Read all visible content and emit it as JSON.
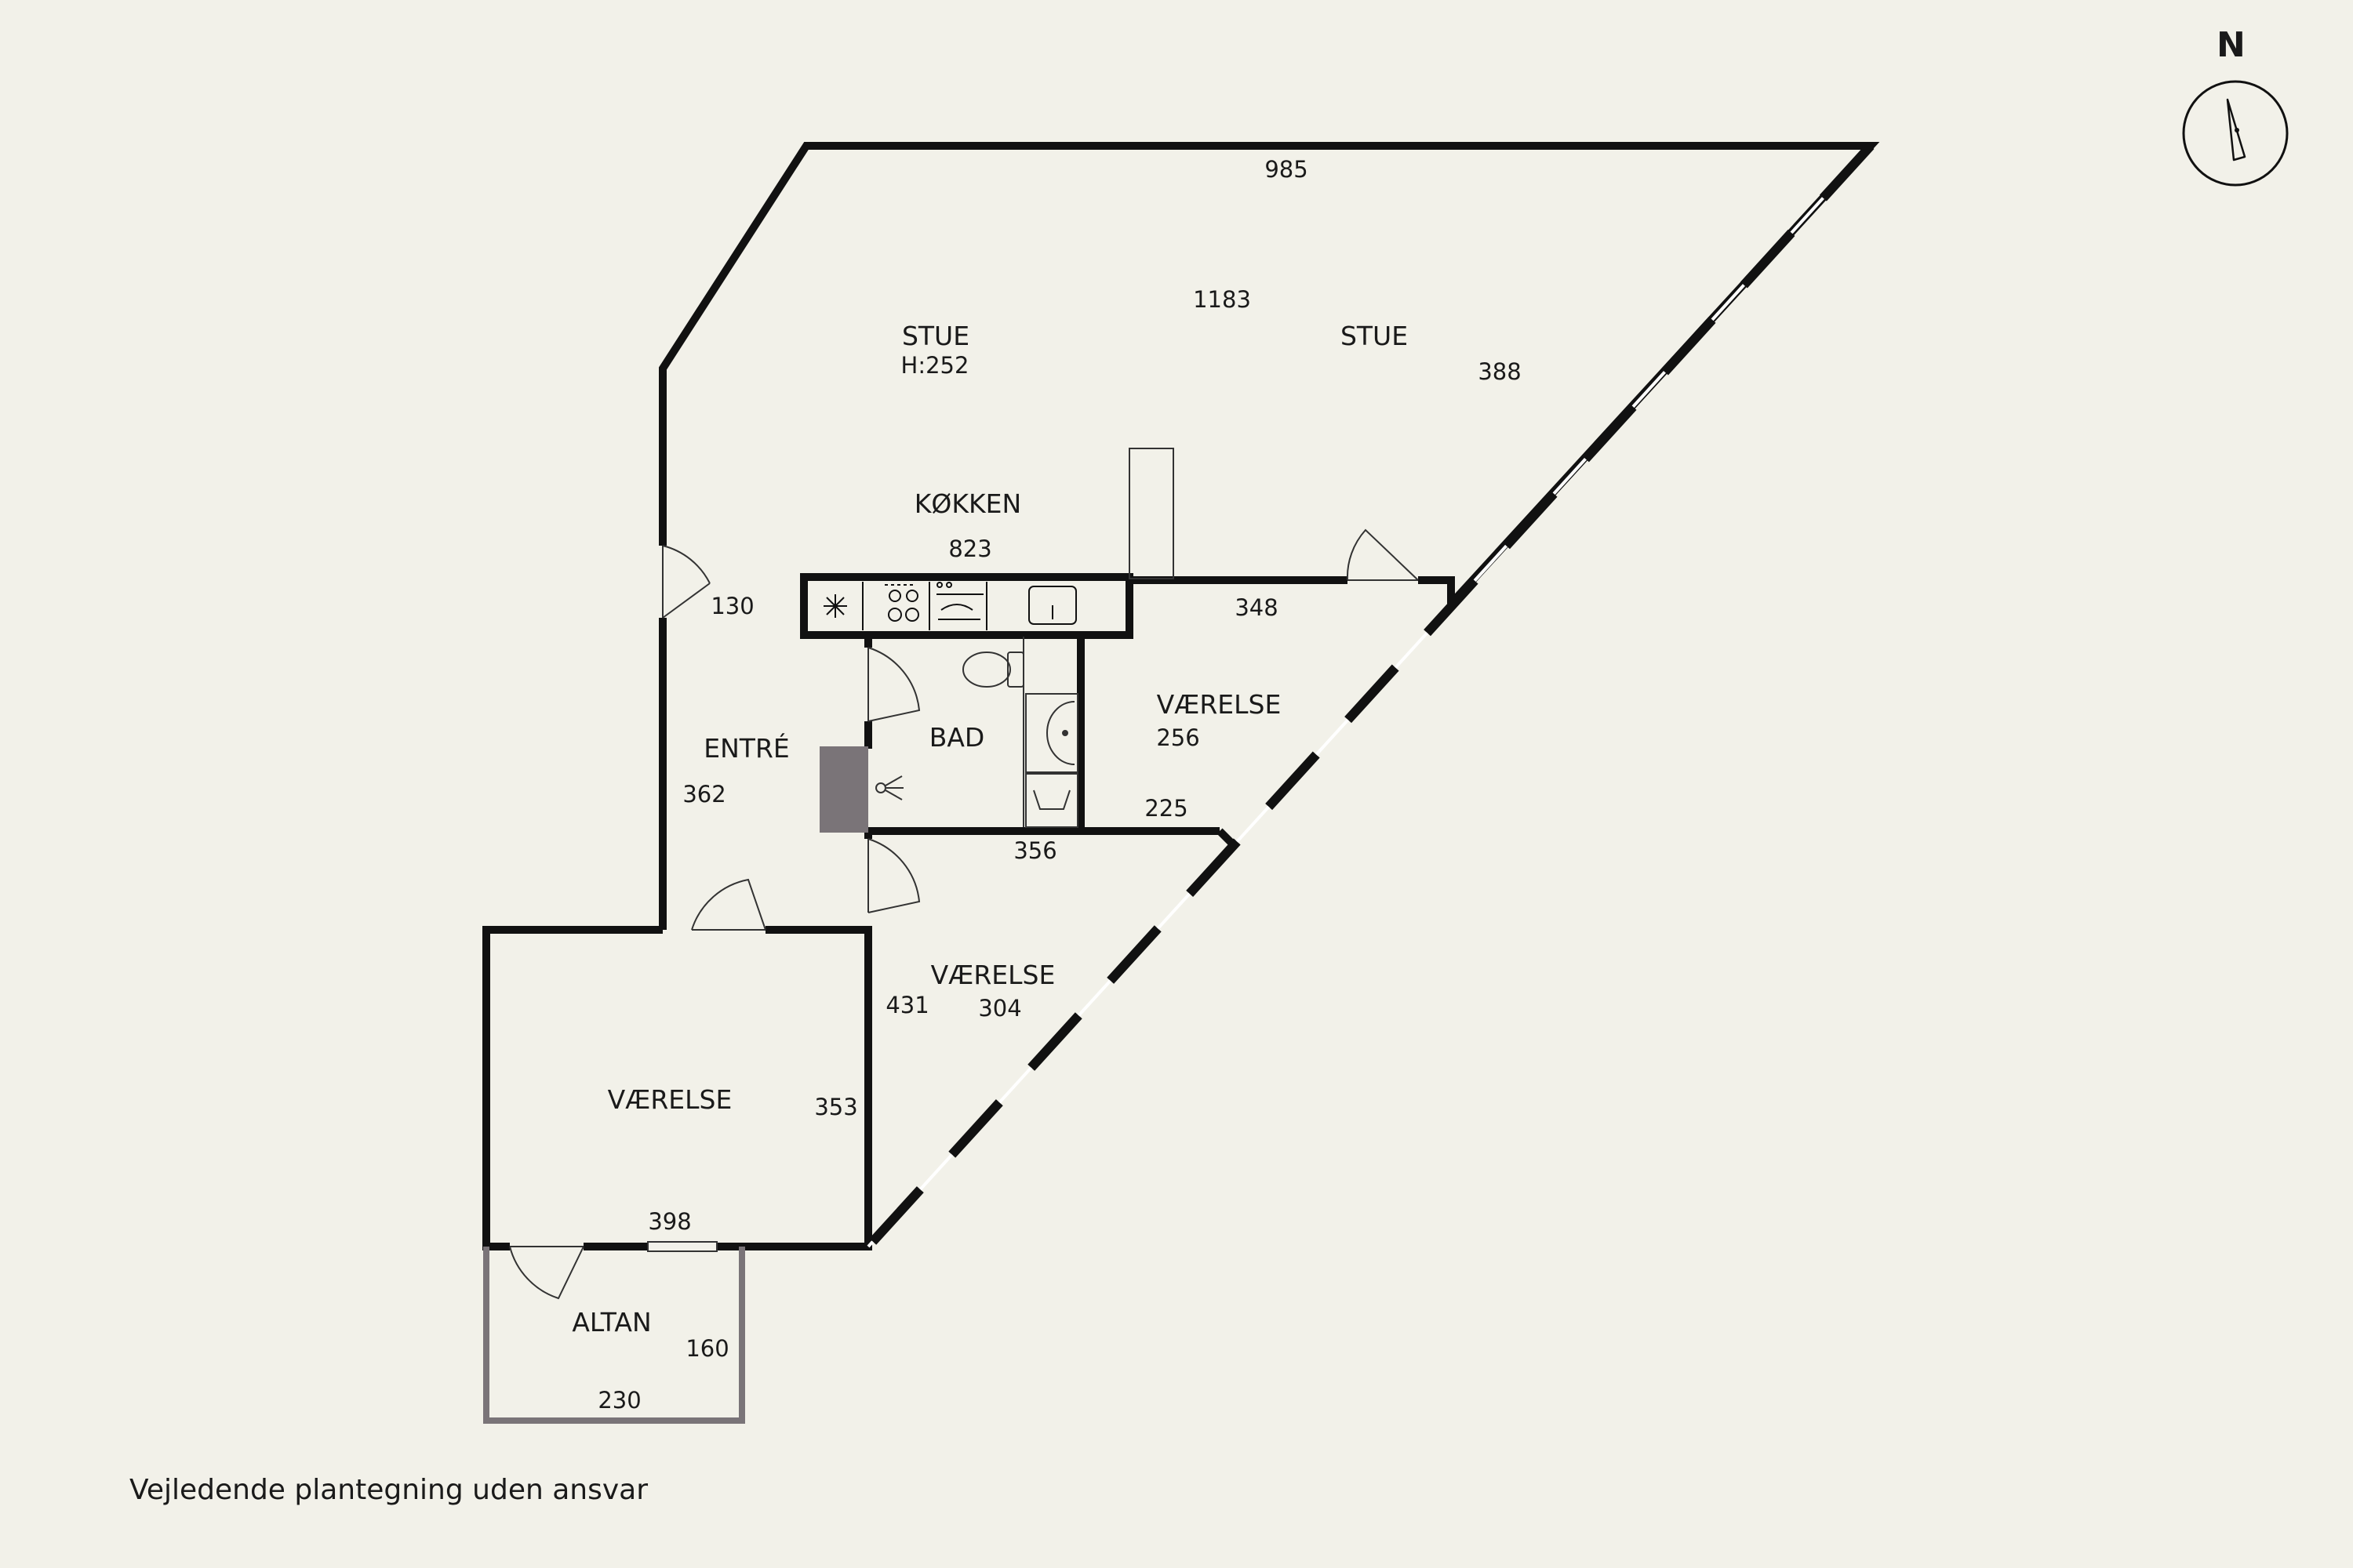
{
  "compass": {
    "label": "N",
    "icon": "compass-icon"
  },
  "rooms": {
    "stue_left": {
      "name": "STUE",
      "height": "H:252"
    },
    "stue_right": {
      "name": "STUE"
    },
    "kokken": {
      "name": "KØKKEN"
    },
    "entre": {
      "name": "ENTRÉ"
    },
    "bad": {
      "name": "BAD"
    },
    "vaerelse_1": {
      "name": "VÆRELSE"
    },
    "vaerelse_2": {
      "name": "VÆRELSE"
    },
    "vaerelse_3": {
      "name": "VÆRELSE"
    },
    "altan": {
      "name": "ALTAN"
    }
  },
  "dimensions": {
    "top_wall": "985",
    "stue_diagonal": "1183",
    "stue_right": "388",
    "kitchen": "823",
    "entre_door": "130",
    "room1_top": "348",
    "room1_depth": "256",
    "room1_bottom": "225",
    "bath_bottom": "356",
    "entre_depth": "362",
    "room2_left": "431",
    "room2_width": "304",
    "room3_right": "353",
    "room3_bottom": "398",
    "altan_depth": "160",
    "altan_width": "230"
  },
  "fixtures": [
    "fridge-icon",
    "stove-icon",
    "dishwasher-icon",
    "sink-icon",
    "toilet-icon",
    "washbasin-icon",
    "washing-machine-icon",
    "shower-icon"
  ],
  "colors": {
    "background": "#f2f1e9",
    "wall": "#111111",
    "balcony_wall": "#7a7478",
    "shower_block": "#7a7478"
  },
  "footer": {
    "disclaimer": "Vejledende plantegning uden ansvar"
  }
}
